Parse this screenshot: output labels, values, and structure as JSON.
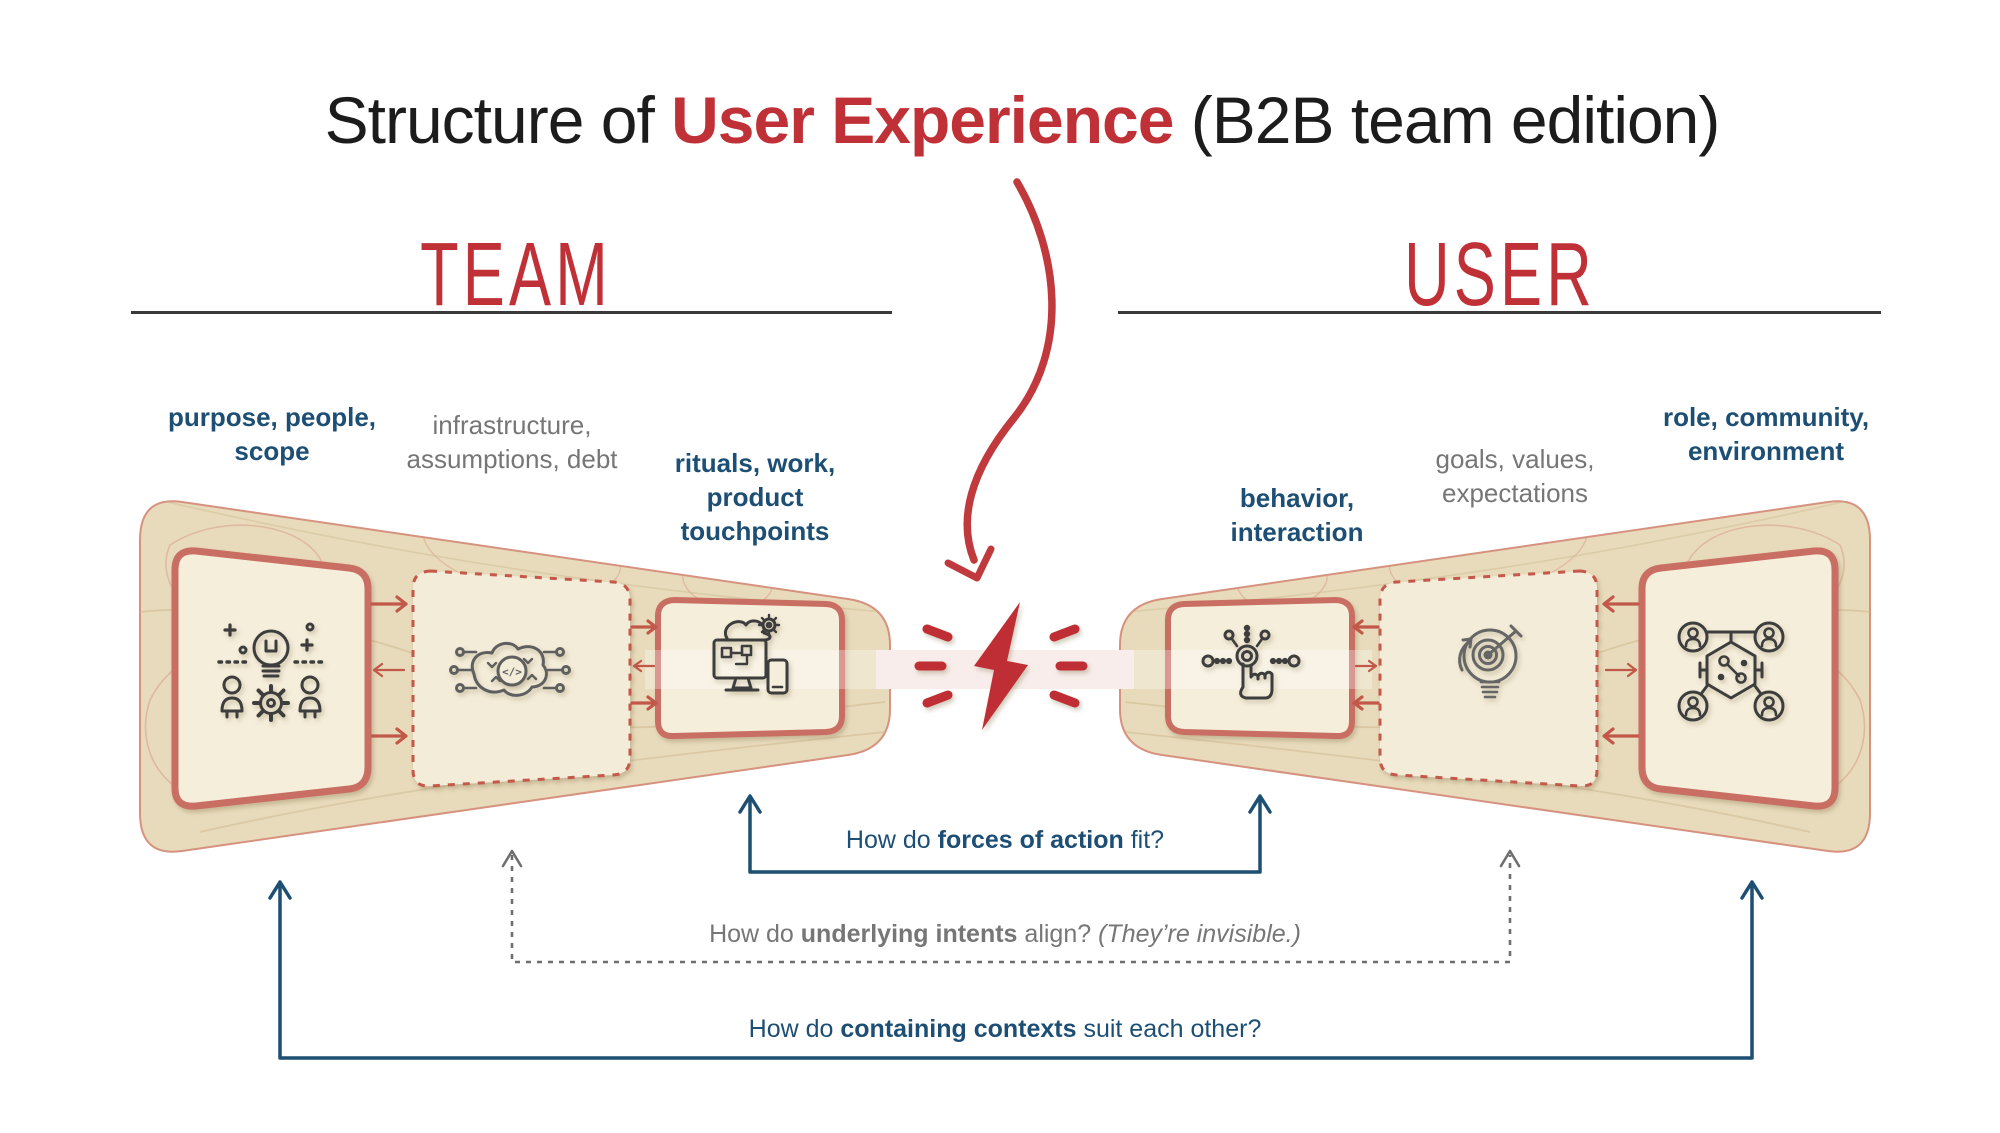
{
  "title": {
    "prefix": "Structure of ",
    "highlight": "User Experience",
    "suffix": " (B2B team edition)"
  },
  "team": {
    "heading": "TEAM",
    "labels": {
      "context": "purpose, people,\nscope",
      "hidden": "infrastructure,\nassumptions, debt",
      "action": "rituals, work,\nproduct\ntouchpoints"
    }
  },
  "user": {
    "heading": "USER",
    "labels": {
      "action": "behavior,\ninteraction",
      "hidden": "goals, values,\nexpectations",
      "context": "role, community,\nenvironment"
    }
  },
  "questions": {
    "forces": {
      "prefix": "How do ",
      "bold": "forces of action",
      "suffix": " fit?"
    },
    "intents": {
      "prefix": "How do ",
      "bold": "underlying intents",
      "suffix": " align? ",
      "aside": "(They’re invisible.)"
    },
    "contexts": {
      "prefix": "How do ",
      "bold": "containing contexts",
      "suffix": " suit each other?"
    }
  },
  "icons": {
    "team_context": "ideation-people-icon",
    "team_hidden": "circuit-brain-icon",
    "team_action": "devices-cloud-icon",
    "user_action": "tap-gesture-icon",
    "user_hidden": "goal-target-bulb-icon",
    "user_context": "community-network-icon",
    "center": "lightning-clash-icon",
    "title_pointer": "curved-arrow-icon",
    "code_glyph": "</>"
  },
  "colors": {
    "accent": "#bf3136",
    "salmon": "#c96e63",
    "blue": "#1d4e74",
    "gray": "#767676",
    "tan": "#e8dbbb",
    "box_fill": "#f5eedb",
    "band": "#f7e5e3",
    "rule": "#3a3a3a"
  }
}
